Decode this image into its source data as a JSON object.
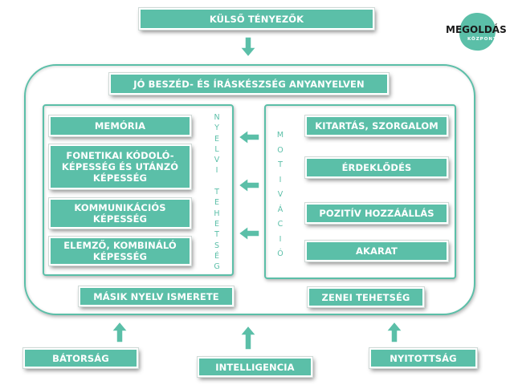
{
  "colors": {
    "accent": "#5bbfa8",
    "logo_blob": "#5bbfa8"
  },
  "logo": {
    "name": "MEGOLDÁS",
    "sub": "KÖZPONT"
  },
  "top_box": "KÜLSŐ TÉNYEZŐK",
  "main_box": "JÓ BESZÉD- ÉS ÍRÁSKÉSZSÉG ANYANYELVEN",
  "left_items": [
    "MEMÓRIA",
    "FONETIKAI KÓDOLÓ-\nKÉPESSÉG ÉS UTÁNZÓ\nKÉPESSÉG",
    "KOMMUNIKÁCIÓS\nKÉPESSÉG",
    "ELEMZŐ, KOMBINÁLÓ\nKÉPESSÉG"
  ],
  "left_vertical": "NYELVI TEHETSÉG",
  "right_vertical": "MOTIVÁCIÓ",
  "right_items": [
    "KITARTÁS, SZORGALOM",
    "ÉRDEKLŐDÉS",
    "POZITÍV HOZZÁÁLLÁS",
    "AKARAT"
  ],
  "bottom_left": "MÁSIK NYELV ISMERETE",
  "bottom_right": "ZENEI TEHETSÉG",
  "footer": [
    "BÁTORSÁG",
    "INTELLIGENCIA",
    "NYITOTTSÁG"
  ]
}
